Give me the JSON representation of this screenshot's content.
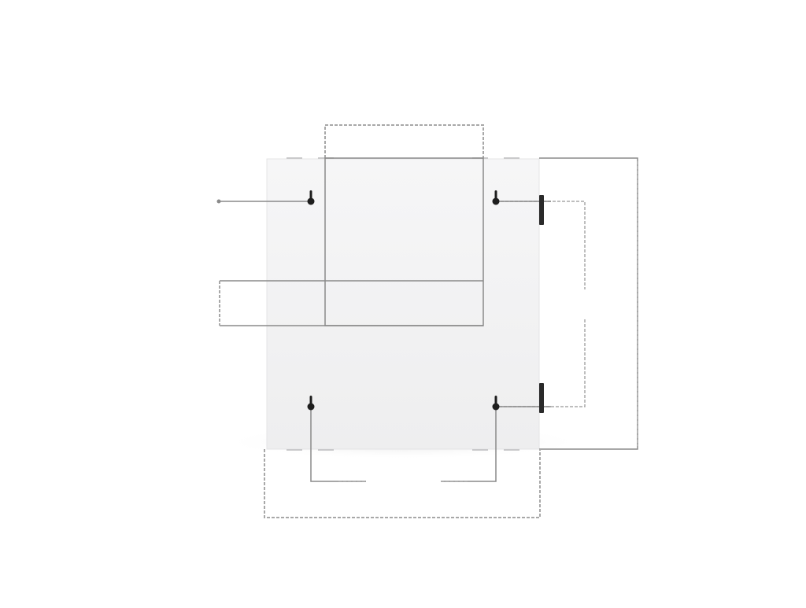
{
  "colors": {
    "background": "#ffffff",
    "panel_fill": "#f3f3f4",
    "panel_edge": "#e4e4e6",
    "dimension_line": "#8a8a8a",
    "dashed_line": "#a8a8a8",
    "keyhole": "#1e1e1e",
    "side_bracket": "#2a2a2a"
  },
  "icons": {
    "mounting_hole": "keyhole-icon",
    "side_clip": "bracket-icon"
  },
  "mounting_holes": [
    "top-left",
    "top-right",
    "bottom-left",
    "bottom-right"
  ],
  "side_clips": [
    "right-upper",
    "right-lower"
  ]
}
